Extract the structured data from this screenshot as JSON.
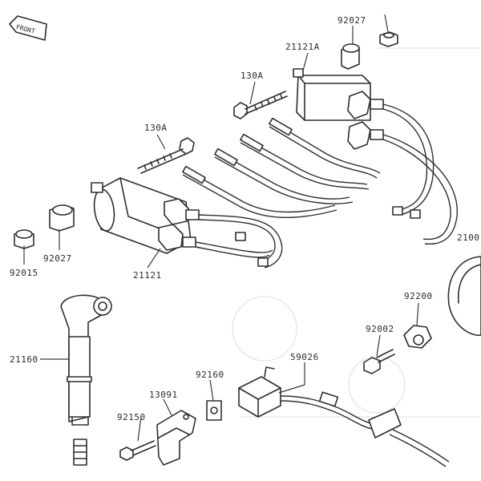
{
  "front_label": "FRONT",
  "callouts": {
    "p92027_top": "92027",
    "p21121A": "21121A",
    "p130A_top": "130A",
    "p130A_left": "130A",
    "p92015": "92015",
    "p92027_left": "92027",
    "p21121": "21121",
    "p2100x": "2100",
    "p92200": "92200",
    "p92002": "92002",
    "p21160": "21160",
    "p59026": "59026",
    "p92160": "92160",
    "p13091": "13091",
    "p92150": "92150"
  }
}
